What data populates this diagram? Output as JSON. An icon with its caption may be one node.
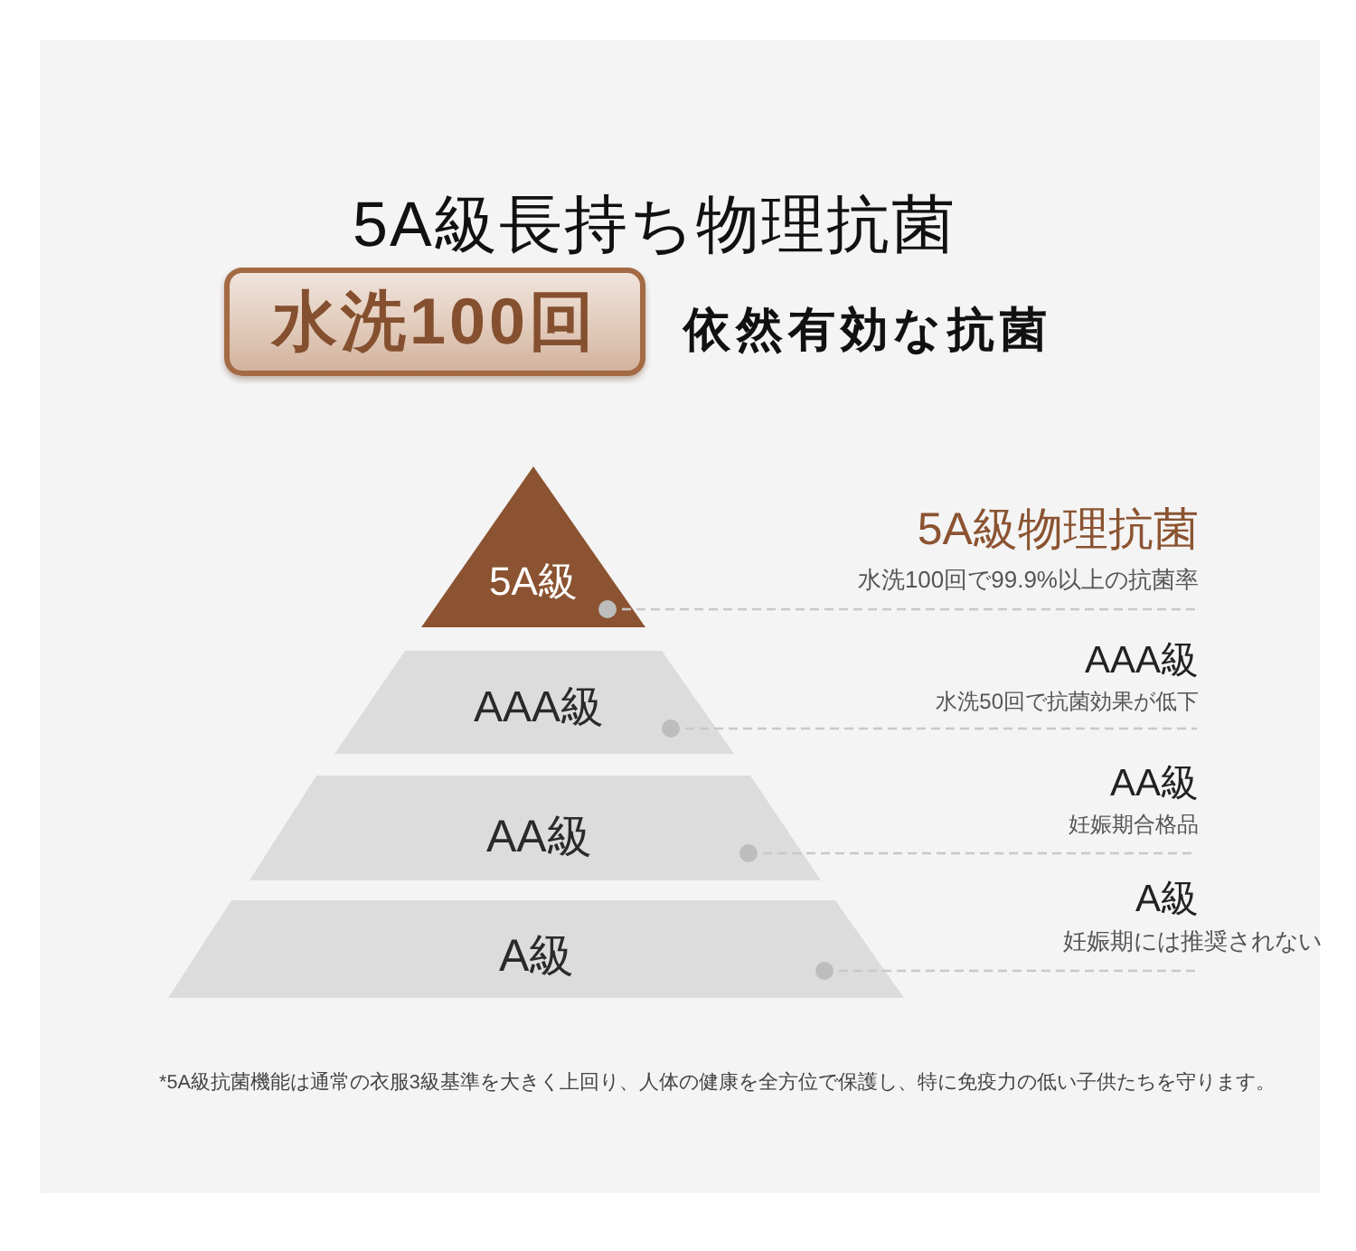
{
  "diagram": {
    "title": "5A級長持ち物理抗菌",
    "nodes": [
      {
        "text": [
          "水洗100回"
        ]
      },
      {
        "text": [
          "5A級"
        ]
      },
      {
        "text": [
          "AAA級"
        ]
      },
      {
        "text": [
          "AA級"
        ]
      },
      {
        "text": [
          "A級"
        ]
      },
      {
        "text": [
          "5A級物理抗菌",
          "水洗100回で99.9%以上の抗菌率"
        ]
      },
      {
        "text": [
          "AAA級",
          "水洗50回で抗菌効果が低下"
        ]
      },
      {
        "text": [
          "AA級",
          "妊娠期合格品"
        ]
      },
      {
        "text": [
          "A級",
          "妊娠期には推奨されない"
        ]
      }
    ],
    "edges": [
      {
        "from": 1,
        "to": 5,
        "arrow": "other",
        "style": "dashed"
      },
      {
        "from": 2,
        "to": 6,
        "arrow": "other",
        "style": "dashed"
      },
      {
        "from": 3,
        "to": 7,
        "arrow": "other",
        "style": "dashed"
      },
      {
        "from": 4,
        "to": 8,
        "arrow": "other",
        "style": "dashed"
      }
    ],
    "labels": [
      "依然有効な抗菌",
      "*5A級抗菌機能は通常の衣服3級基準を大きく上回り、人体の健康を全方位で保護し、特に免疫力の低い子供たちを守ります。"
    ]
  }
}
